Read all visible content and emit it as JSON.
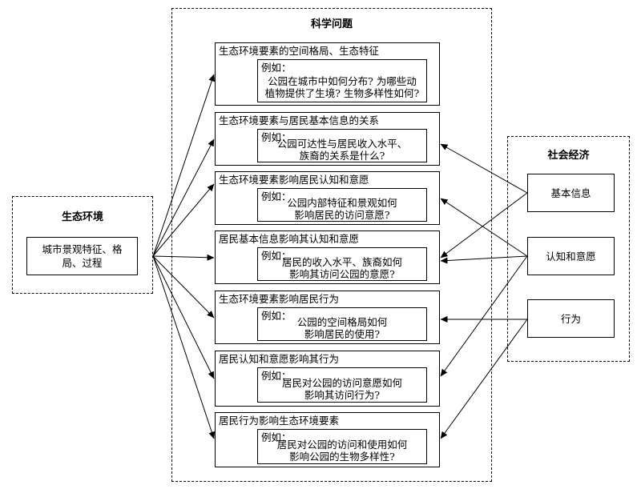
{
  "science_group": {
    "title": "科学问题"
  },
  "ecology_group": {
    "title": "生态环境",
    "box": "城市景观特征、格局、过程"
  },
  "socio_group": {
    "title": "社会经济",
    "boxes": [
      "基本信息",
      "认知和意愿",
      "行为"
    ]
  },
  "example_label": "例如：",
  "questions": [
    {
      "title": "生态环境要素的空间格局、生态特征",
      "example": "公园在城市中如何分布? 为哪些动\n植物提供了生境? 生物多样性如何?"
    },
    {
      "title": "生态环境要素与居民基本信息的关系",
      "example": "公园可达性与居民收入水平、\n族裔的关系是什么?"
    },
    {
      "title": "生态环境要素影响居民认知和意愿",
      "example": "公园内部特征和景观如何\n影响居民的访问意愿?"
    },
    {
      "title": "居民基本信息影响其认知和意愿",
      "example": "居民的收入水平、族裔如何\n影响其访问公园的意愿?"
    },
    {
      "title": "生态环境要素影响居民行为",
      "example": "公园的空间格局如何\n影响居民的使用?"
    },
    {
      "title": "居民认知和意愿影响其行为",
      "example": "居民对公园的访问意愿如何\n影响其访问行为?"
    },
    {
      "title": "居民行为影响生态环境要素",
      "example": "居民对公园的访问和使用如何\n影响公园的生物多样性?"
    }
  ]
}
